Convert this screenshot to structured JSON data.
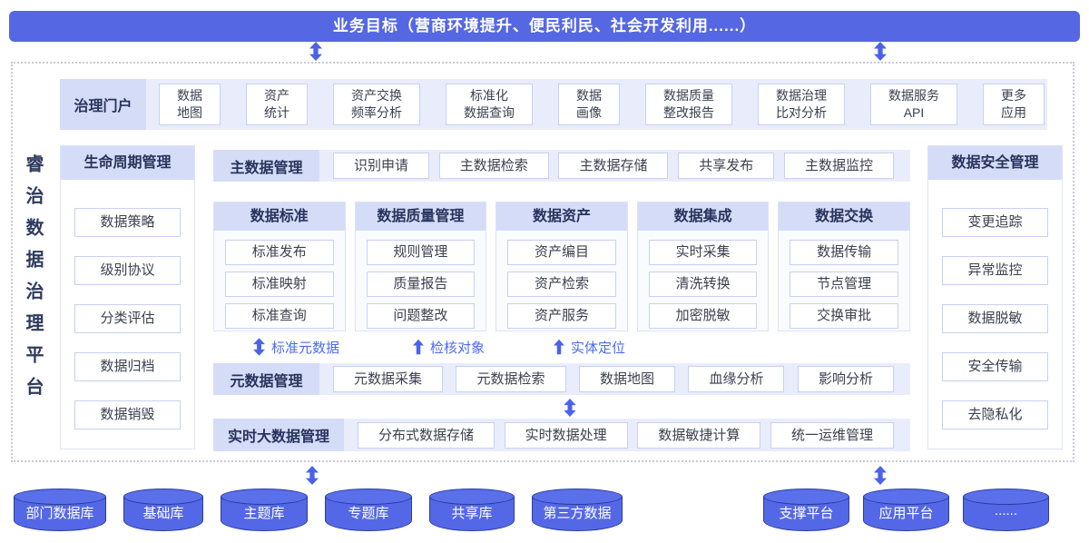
{
  "colors": {
    "banner_bg": "#5567E2",
    "header_bg": "#D5DCF7",
    "header_text": "#27335C",
    "cell_border": "#C7D1F0",
    "cell_text": "#3C4150",
    "arrow_blue": "#4A63E8",
    "flow_label_blue": "#4B6BEF",
    "cylinder_fill": "#5468E7",
    "cylinder_border": "#2C3C9E"
  },
  "banner": {
    "label": "业务目标（营商环境提升、便民利民、社会开发利用......）"
  },
  "platform_title": "睿治数据治理平台",
  "portal": {
    "title": "治理门户",
    "items": [
      "数据\n地图",
      "资产\n统计",
      "资产交换\n频率分析",
      "标准化\n数据查询",
      "数据\n画像",
      "数据质量\n整改报告",
      "数据治理\n比对分析",
      "数据服务\nAPI",
      "更多\n应用"
    ]
  },
  "lifecycle": {
    "title": "生命周期管理",
    "items": [
      "数据策略",
      "级别协议",
      "分类评估",
      "数据归档",
      "数据销毁"
    ]
  },
  "master_data": {
    "title": "主数据管理",
    "items": [
      "识别申请",
      "主数据检索",
      "主数据存储",
      "共享发布",
      "主数据监控"
    ]
  },
  "modules": [
    {
      "title": "数据标准",
      "items": [
        "标准发布",
        "标准映射",
        "标准查询"
      ]
    },
    {
      "title": "数据质量管理",
      "items": [
        "规则管理",
        "质量报告",
        "问题整改"
      ]
    },
    {
      "title": "数据资产",
      "items": [
        "资产编目",
        "资产检索",
        "资产服务"
      ]
    },
    {
      "title": "数据集成",
      "items": [
        "实时采集",
        "清洗转换",
        "加密脱敏"
      ]
    },
    {
      "title": "数据交换",
      "items": [
        "数据传输",
        "节点管理",
        "交换审批"
      ]
    }
  ],
  "flow_labels": [
    {
      "label": "标准元数据",
      "arrow": "double"
    },
    {
      "label": "检核对象",
      "arrow": "up"
    },
    {
      "label": "实体定位",
      "arrow": "up"
    }
  ],
  "metadata": {
    "title": "元数据管理",
    "items": [
      "元数据采集",
      "元数据检索",
      "数据地图",
      "血缘分析",
      "影响分析"
    ]
  },
  "bigdata": {
    "title": "实时大数据管理",
    "items": [
      "分布式数据存储",
      "实时数据处理",
      "数据敏捷计算",
      "统一运维管理"
    ]
  },
  "security": {
    "title": "数据安全管理",
    "items": [
      "变更追踪",
      "异常监控",
      "数据脱敏",
      "安全传输",
      "去隐私化"
    ]
  },
  "datasources": {
    "left": [
      "部门数据库",
      "基础库",
      "主题库",
      "专题库",
      "共享库",
      "第三方数据"
    ],
    "right": [
      "支撑平台",
      "应用平台",
      "......"
    ]
  }
}
